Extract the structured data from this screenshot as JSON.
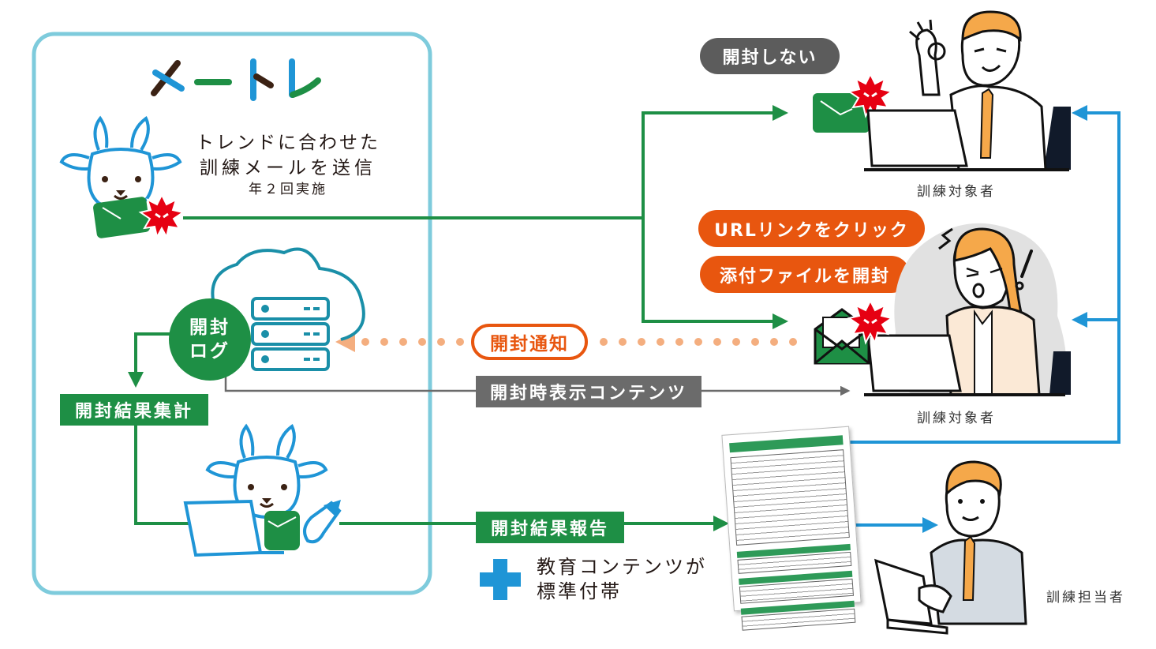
{
  "brand": {
    "logo_chars": [
      "メ",
      "ー",
      "ト",
      "レ"
    ],
    "colors": {
      "frame": "#7ecbdc",
      "green": "#1e8f45",
      "blue": "#1f95d6",
      "orange": "#e8560f",
      "orange_dots": "#f4ae7f",
      "gray": "#6b6b6b",
      "gray_pill": "#5c5c5c",
      "virus_red": "#e60012",
      "brown": "#3b2214",
      "hair": "#f5a84a"
    }
  },
  "send_step": {
    "line1": "トレンドに合わせた",
    "line2": "訓練メールを送信",
    "frequency": "年２回実施"
  },
  "open_log": {
    "line1": "開封",
    "line2": "ログ"
  },
  "aggregate_label": "開封結果集計",
  "notify_label": "開封通知",
  "content_label": "開封時表示コンテンツ",
  "report_label": "開封結果報告",
  "bonus": {
    "plus_icon": "plus-icon",
    "line1": "教育コンテンツが",
    "line2": "標準付帯"
  },
  "outcomes": {
    "not_opened": "開封しない",
    "clicked_url": "URLリンクをクリック",
    "opened_attachment": "添付ファイルを開封"
  },
  "people": {
    "trainee_1": "訓練対象者",
    "trainee_2": "訓練対象者",
    "admin": "訓練担当者"
  }
}
